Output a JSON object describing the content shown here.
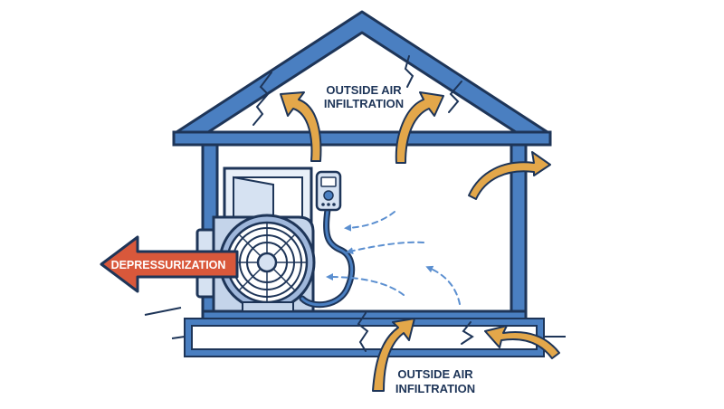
{
  "labels": {
    "outside_air_top_line1": "OUTSIDE AIR",
    "outside_air_top_line2": "INFILTRATION",
    "outside_air_bottom_line1": "OUTSIDE AIR",
    "outside_air_bottom_line2": "INFILTRATION",
    "depressurization": "DEPRESSURIZATION"
  },
  "colors": {
    "house_blue": "#4a7fc1",
    "outline_navy": "#1e3558",
    "infiltration_arrow": "#e3a74a",
    "depressurization_arrow": "#d9583b",
    "airflow_dashed": "#5b8fd0",
    "text_navy": "#1e3558"
  },
  "icons": [
    "blower-door-fan-icon",
    "manometer-gauge-icon",
    "crack-icon"
  ]
}
